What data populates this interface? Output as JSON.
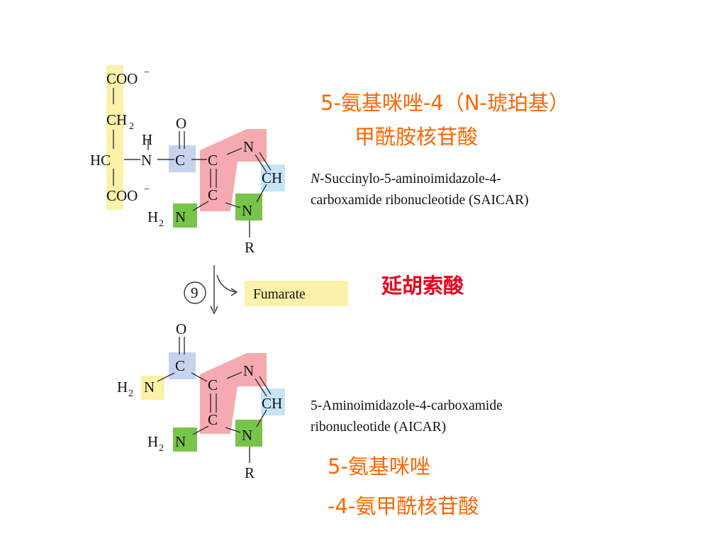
{
  "colors": {
    "yellow_highlight": "#fbf1a8",
    "pink_highlight": "#f5a9b0",
    "green_highlight": "#78c44a",
    "blue_highlight": "#c6d3ef",
    "lightblue_highlight": "#c6e4f7",
    "chinese_orange": "#ff6600",
    "chinese_red": "#e8001c"
  },
  "top": {
    "chinese_name_line1": "5-氨基咪唑-4（N-琥珀基）",
    "chinese_name_line2": "甲酰胺核苷酸",
    "english_name_italic": "N",
    "english_name_line1_rest": "-Succinylo-5-aminoimidazole-4-",
    "english_name_line2": "carboxamide ribonucleotide (SAICAR)"
  },
  "step": {
    "number": "9",
    "product": "Fumarate",
    "chinese_enzyme": "延胡索酸"
  },
  "bottom": {
    "english_name_line1": "5-Aminoimidazole-4-carboxamide",
    "english_name_line2": "ribonucleotide (AICAR)",
    "chinese_name_line1": "5-氨基咪唑",
    "chinese_name_line2": "-4-氨甲酰核苷酸"
  },
  "atoms": {
    "coo": "COO",
    "minus": "−",
    "ch": "CH",
    "two": "2",
    "h": "H",
    "hc": "HC",
    "n": "N",
    "c": "C",
    "o": "O",
    "h2": "H",
    "r": "R"
  }
}
